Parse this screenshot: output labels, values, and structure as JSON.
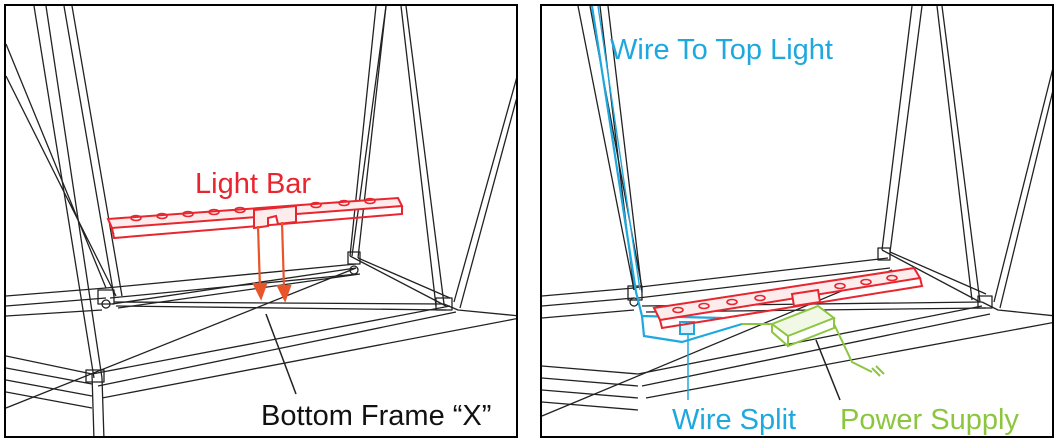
{
  "left_panel": {
    "light_bar_label": "Light Bar",
    "frame_label": "Bottom Frame “X”"
  },
  "right_panel": {
    "wire_top_label": "Wire To Top Light",
    "wire_split_label": "Wire Split",
    "power_supply_label": "Power Supply"
  },
  "colors": {
    "light_bar": "#e8262f",
    "arrow": "#e8552a",
    "wire": "#1fa8de",
    "power_supply": "#8cc63f",
    "frame": "#222222"
  }
}
